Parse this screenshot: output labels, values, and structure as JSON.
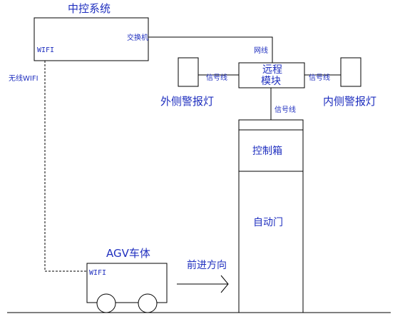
{
  "central_control": {
    "title": "中控系统",
    "wifi": "WIFI",
    "switch": "交换机"
  },
  "wireless_label": "无线WIFI",
  "network_cable": "网线",
  "remote_module": {
    "line1": "远程",
    "line2": "模块"
  },
  "signal_line_left": "信号线",
  "signal_line_right": "信号线",
  "signal_line_down": "信号线",
  "outer_alarm_light": "外侧警报灯",
  "inner_alarm_light": "内侧警报灯",
  "control_box": "控制箱",
  "auto_door": "自动门",
  "agv": {
    "title": "AGV车体",
    "wifi": "WIFI"
  },
  "direction": "前进方向"
}
